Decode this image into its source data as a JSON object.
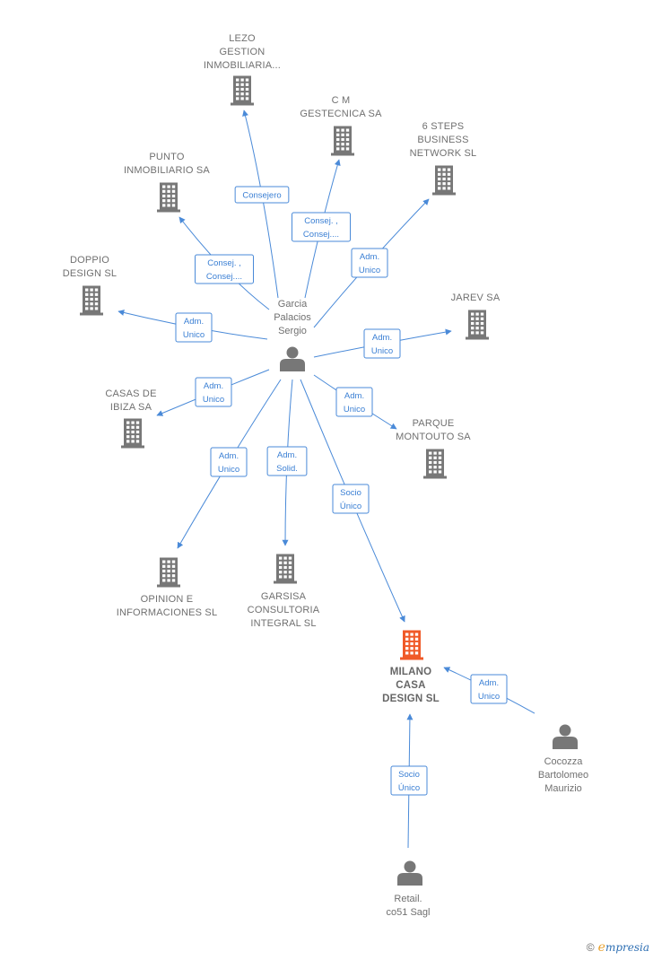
{
  "colors": {
    "edge": "#4a8ad8",
    "edge_label_border": "#4a8ad8",
    "edge_label_text": "#3a7fd4",
    "company_icon": "#777777",
    "main_company_icon": "#f05a28",
    "person_icon": "#777777",
    "label_text": "#707070"
  },
  "nodes": [
    {
      "id": "garcia",
      "kind": "person",
      "lines": [
        "Garcia",
        "Palacios",
        "Sergio"
      ]
    },
    {
      "id": "lezo",
      "kind": "company",
      "lines": [
        "LEZO",
        "GESTION",
        "INMOBILIARIA..."
      ]
    },
    {
      "id": "cm",
      "kind": "company",
      "lines": [
        "C M",
        "GESTECNICA SA"
      ]
    },
    {
      "id": "6steps",
      "kind": "company",
      "lines": [
        "6 STEPS",
        "BUSINESS",
        "NETWORK  SL"
      ]
    },
    {
      "id": "punto",
      "kind": "company",
      "lines": [
        "PUNTO",
        "INMOBILIARIO SA"
      ]
    },
    {
      "id": "doppio",
      "kind": "company",
      "lines": [
        "DOPPIO",
        "DESIGN  SL"
      ]
    },
    {
      "id": "jarev",
      "kind": "company",
      "lines": [
        "JAREV SA"
      ]
    },
    {
      "id": "casas",
      "kind": "company",
      "lines": [
        "CASAS DE",
        "IBIZA SA"
      ]
    },
    {
      "id": "parque",
      "kind": "company",
      "lines": [
        "PARQUE",
        "MONTOUTO SA"
      ]
    },
    {
      "id": "opinion",
      "kind": "company",
      "lines": [
        "OPINION E",
        "INFORMACIONES SL"
      ]
    },
    {
      "id": "garsisa",
      "kind": "company",
      "lines": [
        "GARSISA",
        "CONSULTORIA",
        "INTEGRAL  SL"
      ]
    },
    {
      "id": "milano",
      "kind": "company_main",
      "lines": [
        "MILANO",
        "CASA",
        "DESIGN  SL"
      ]
    },
    {
      "id": "cocozza",
      "kind": "person",
      "lines": [
        "Cocozza",
        "Bartolomeo",
        "Maurizio"
      ]
    },
    {
      "id": "retail",
      "kind": "person",
      "lines": [
        "Retail.",
        "co51 Sagl"
      ]
    }
  ],
  "edges": [
    {
      "from": "garcia",
      "to": "lezo",
      "label": [
        "Consejero"
      ]
    },
    {
      "from": "garcia",
      "to": "cm",
      "label": [
        "Consej. ,",
        "Consej...."
      ]
    },
    {
      "from": "garcia",
      "to": "6steps",
      "label": [
        "Adm.",
        "Unico"
      ]
    },
    {
      "from": "garcia",
      "to": "punto",
      "label": [
        "Consej. ,",
        "Consej...."
      ]
    },
    {
      "from": "garcia",
      "to": "doppio",
      "label": [
        "Adm.",
        "Unico"
      ]
    },
    {
      "from": "garcia",
      "to": "jarev",
      "label": [
        "Adm.",
        "Unico"
      ]
    },
    {
      "from": "garcia",
      "to": "casas",
      "label": [
        "Adm.",
        "Unico"
      ]
    },
    {
      "from": "garcia",
      "to": "parque",
      "label": [
        "Adm.",
        "Unico"
      ]
    },
    {
      "from": "garcia",
      "to": "opinion",
      "label": [
        "Adm.",
        "Unico"
      ]
    },
    {
      "from": "garcia",
      "to": "garsisa",
      "label": [
        "Adm.",
        "Solid."
      ]
    },
    {
      "from": "garcia",
      "to": "milano",
      "label": [
        "Socio",
        "Único"
      ]
    },
    {
      "from": "cocozza",
      "to": "milano",
      "label": [
        "Adm.",
        "Unico"
      ]
    },
    {
      "from": "retail",
      "to": "milano",
      "label": [
        "Socio",
        "Único"
      ]
    }
  ],
  "footer": {
    "copyright": "©",
    "brand_initial": "e",
    "brand_rest": "mpresia"
  }
}
